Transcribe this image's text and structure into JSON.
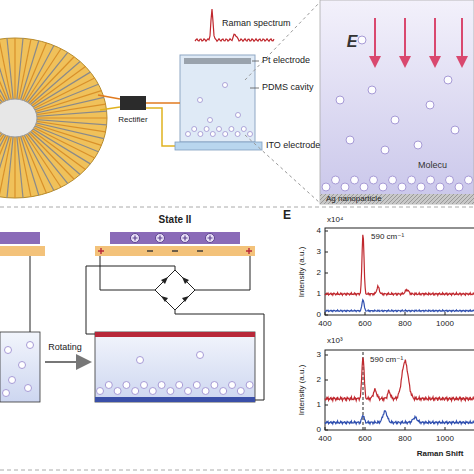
{
  "diagram": {
    "nodes": [
      {
        "text": [
          "Rectifier"
        ]
      },
      {
        "text": [
          "Pt electrode",
          "PDMS cavity",
          "ITO electrode"
        ]
      },
      {
        "text": [
          "E",
          "Molecu",
          "Ag nanoparticle"
        ]
      },
      {
        "text": [
          "State II"
        ]
      }
    ],
    "edges": [
      {
        "from": 0,
        "to": 1,
        "arrow": "none"
      }
    ],
    "labels": [
      "Raman spectrum",
      "E",
      "x10⁴",
      "0",
      "1",
      "2",
      "3",
      "4",
      "590 cm⁻¹",
      "Intensity (a.u.)",
      "400",
      "600",
      "800",
      "1000",
      "x10³",
      "0",
      "1",
      "2",
      "3",
      "590 cm⁻¹",
      "Intensity (a.u.)",
      "400",
      "600",
      "800",
      "1000",
      "Raman Shift",
      "Rotating"
    ]
  }
}
